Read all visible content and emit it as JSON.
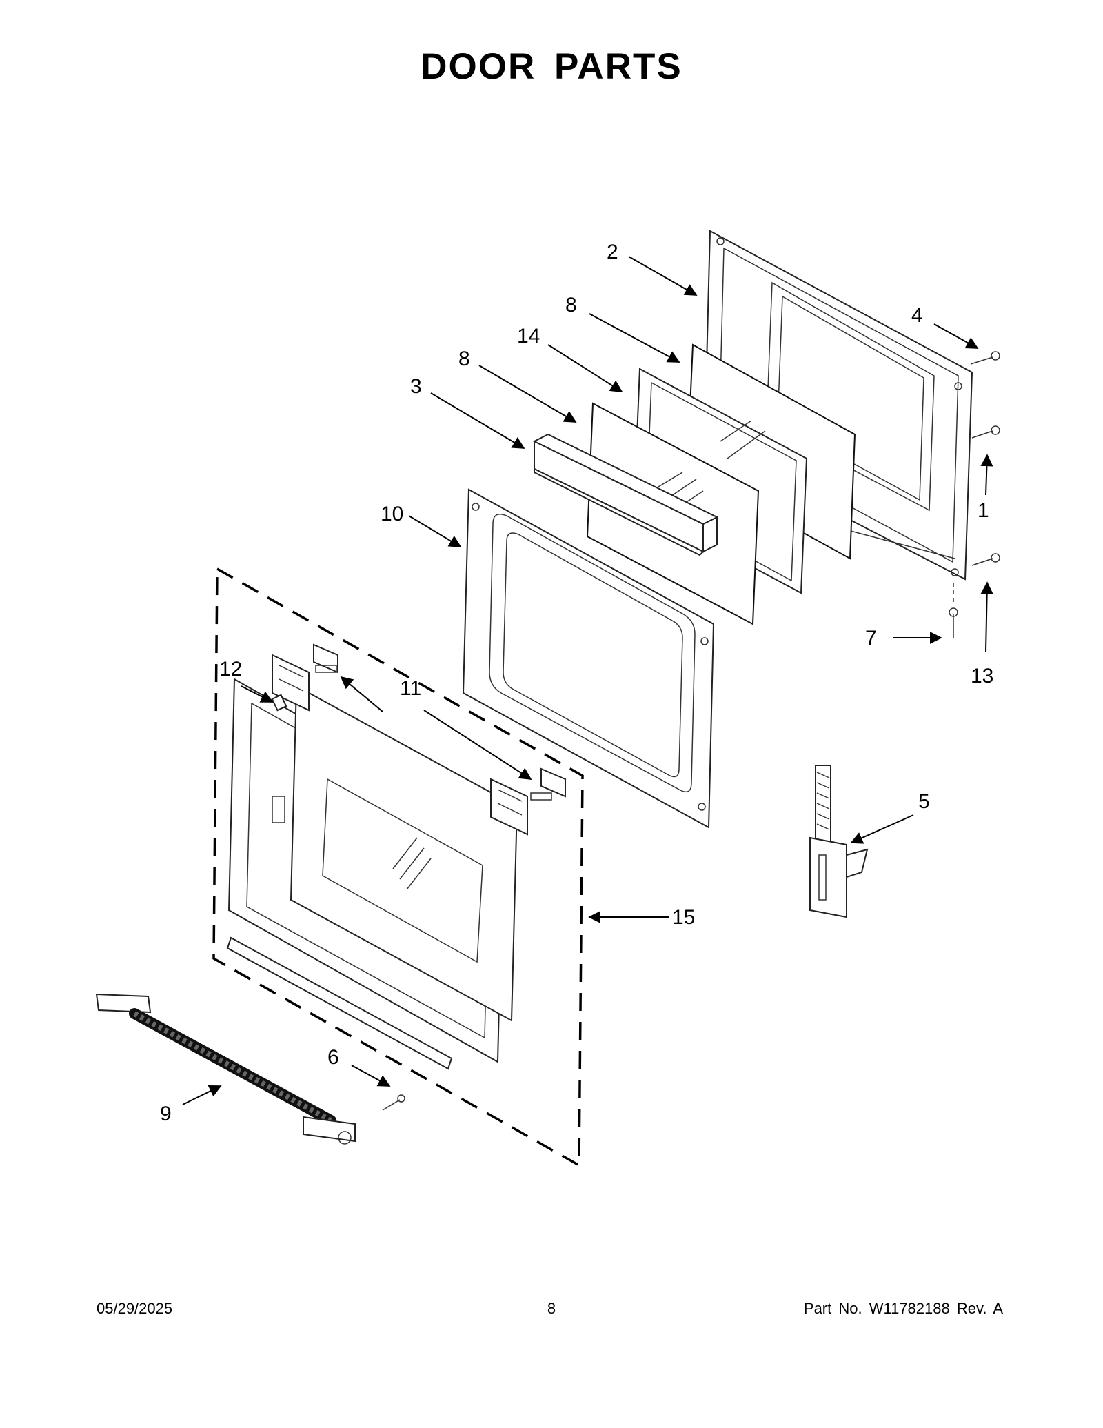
{
  "title": "DOOR PARTS",
  "callouts": {
    "c1": "1",
    "c2": "2",
    "c3": "3",
    "c4": "4",
    "c5": "5",
    "c6": "6",
    "c7": "7",
    "c8a": "8",
    "c8b": "8",
    "c9": "9",
    "c10": "10",
    "c11": "11",
    "c12": "12",
    "c13": "13",
    "c14": "14",
    "c15": "15"
  },
  "footer": {
    "date": "05/29/2025",
    "page": "8",
    "part_number": "Part No.  W11782188  Rev.  A"
  }
}
